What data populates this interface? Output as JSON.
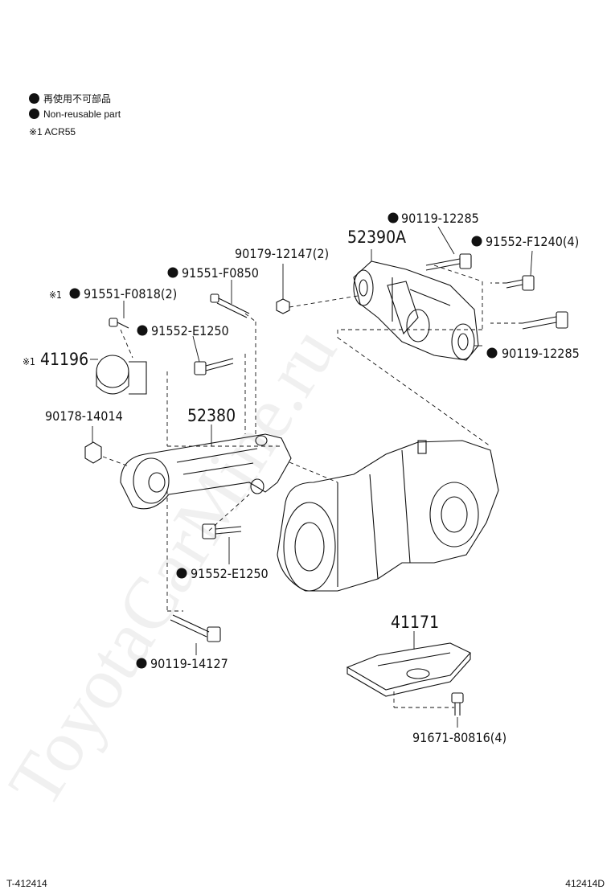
{
  "legend": {
    "line1": "再使用不可部品",
    "line2": "Non-reusable part",
    "line3": "※1 ACR55"
  },
  "parts": {
    "p52390A": "52390A",
    "p90119_12285_top": "90119-12285",
    "p91552_F1240": "91552-F1240(4)",
    "p90179_12147": "90179-12147(2)",
    "p91551_F0850": "91551-F0850",
    "p91551_F0818_mark": "※1",
    "p91551_F0818": "91551-F0818(2)",
    "p91552_E1250_a": "91552-E1250",
    "p41196_mark": "※1",
    "p41196": "41196",
    "p90119_12285_right": "90119-12285",
    "p90178_14014": "90178-14014",
    "p52380": "52380",
    "p91552_E1250_b": "91552-E1250",
    "p90119_14127": "90119-14127",
    "p41171": "41171",
    "p91671_80816": "91671-80816(4)"
  },
  "footer": {
    "left": "T-412414",
    "right": "412414D"
  },
  "watermark": "ToyotaCarMine.ru"
}
